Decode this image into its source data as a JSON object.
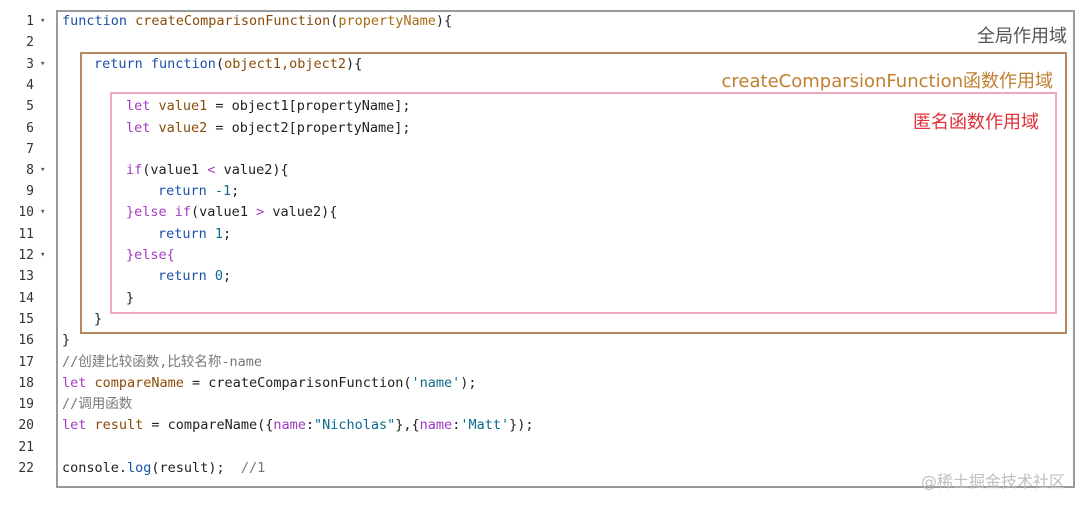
{
  "line_numbers": [
    "1",
    "2",
    "3",
    "4",
    "5",
    "6",
    "7",
    "8",
    "9",
    "10",
    "11",
    "12",
    "13",
    "14",
    "15",
    "16",
    "17",
    "18",
    "19",
    "20",
    "21",
    "22"
  ],
  "fold_markers": {
    "1": "▾",
    "3": "▾",
    "8": "▾",
    "10": "▾",
    "12": "▾"
  },
  "scope_labels": {
    "global": "全局作用域",
    "create": "createComparsionFunction函数作用域",
    "anonymous": "匿名函数作用域"
  },
  "watermark": "@稀土掘金技术社区",
  "code": {
    "l1": {
      "a": "function ",
      "b": "createComparisonFunction",
      "c": "(",
      "d": "propertyName",
      "e": "){"
    },
    "l3": {
      "a": "return ",
      "b": "function",
      "c": "(",
      "d": "object1,object2",
      "e": "){"
    },
    "l5": {
      "a": "let ",
      "b": "value1",
      "c": " = object1[propertyName];"
    },
    "l6": {
      "a": "let ",
      "b": "value2",
      "c": " = object2[propertyName];"
    },
    "l8": {
      "a": "if",
      "b": "(value1 ",
      "c": "<",
      "d": " value2){"
    },
    "l9": {
      "a": "return ",
      "b": "-1",
      "c": ";"
    },
    "l10": {
      "a": "}else ",
      "b": "if",
      "c": "(value1 ",
      "d": ">",
      "e": " value2){"
    },
    "l11": {
      "a": "return ",
      "b": "1",
      "c": ";"
    },
    "l12": {
      "a": "}else{"
    },
    "l13": {
      "a": "return ",
      "b": "0",
      "c": ";"
    },
    "l14": {
      "a": "}"
    },
    "l15": {
      "a": "}"
    },
    "l16": {
      "a": "}"
    },
    "l17": {
      "a": "//创建比较函数,比较名称-name"
    },
    "l18": {
      "a": "let ",
      "b": "compareName",
      "c": " = createComparisonFunction(",
      "d": "'name'",
      "e": ");"
    },
    "l19": {
      "a": "//调用函数"
    },
    "l20": {
      "a": "let ",
      "b": "result",
      "c": " = compareName({",
      "d": "name",
      "e": ":",
      "f": "\"Nicholas\"",
      "g": "},{",
      "h": "name",
      "i": ":",
      "j": "'Matt'",
      "k": "});"
    },
    "l22": {
      "a": "console.",
      "b": "log",
      "c": "(result);  ",
      "d": "//1"
    }
  }
}
